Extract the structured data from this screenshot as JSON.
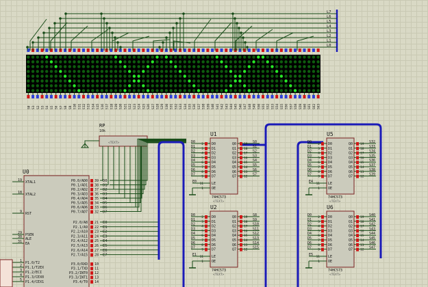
{
  "colors": {
    "wire": "#174b17",
    "bus": "#1a1ab8",
    "body": "#cbcbbc",
    "outline": "#7a2020",
    "pin_red": "#d01818",
    "pin_blue": "#2d3fd8",
    "led_on": "#27e827",
    "led_off": "#0e5c0e",
    "matrix_bg": "#000000"
  },
  "matrix": {
    "row_labels": [
      "L7",
      "L6",
      "L5",
      "L4",
      "L3",
      "L2",
      "L1",
      "L0"
    ],
    "col_labels": [
      "S0",
      "S1",
      "S2",
      "S3",
      "S4",
      "S5",
      "S6",
      "S7",
      "S8",
      "S9",
      "S10",
      "S11",
      "S12",
      "S13",
      "S14",
      "S15",
      "S16",
      "S17",
      "S18",
      "S19",
      "S20",
      "S21",
      "S22",
      "S23",
      "S24",
      "S25",
      "S26",
      "S27",
      "S28",
      "S29",
      "S30",
      "S31",
      "S32",
      "S33",
      "S34",
      "S35",
      "S36",
      "S37",
      "S38",
      "S39",
      "S40",
      "S41",
      "S42",
      "S43",
      "S44",
      "S45",
      "S46",
      "S47",
      "S48",
      "S49",
      "S50",
      "S51",
      "S52",
      "S53",
      "S54",
      "S55",
      "S56",
      "S57",
      "S58",
      "S59",
      "S60",
      "S61",
      "S62",
      "S63"
    ],
    "lit_diagonals": [
      4,
      19,
      30,
      41,
      51
    ]
  },
  "rp": {
    "ref": "RP",
    "value": "10k",
    "text": "<TEXT>"
  },
  "mcu": {
    "ref": "U0",
    "left_pins": [
      {
        "num": "19",
        "name": "XTAL1"
      },
      {
        "num": "18",
        "name": "XTAL2"
      },
      {
        "num": "9",
        "name": "RST"
      },
      {
        "num": "29",
        "name": "PSEN"
      },
      {
        "num": "30",
        "name": "ALE"
      },
      {
        "num": "31",
        "name": "EA"
      },
      {
        "num": "1",
        "name": "P1.0/T2"
      },
      {
        "num": "2",
        "name": "P1.1/T2EX"
      },
      {
        "num": "3",
        "name": "P1.2/ECI"
      },
      {
        "num": "4",
        "name": "P1.3/CEX0"
      },
      {
        "num": "5",
        "name": "P1.4/CEX1"
      }
    ],
    "p0_pins": [
      {
        "num": "39",
        "name": "P0.0/AD0",
        "net": "D0"
      },
      {
        "num": "38",
        "name": "P0.1/AD1",
        "net": "D1"
      },
      {
        "num": "37",
        "name": "P0.2/AD2",
        "net": "D2"
      },
      {
        "num": "36",
        "name": "P0.3/AD3",
        "net": "D3"
      },
      {
        "num": "35",
        "name": "P0.4/AD4",
        "net": "D4"
      },
      {
        "num": "34",
        "name": "P0.5/AD5",
        "net": "D5"
      },
      {
        "num": "33",
        "name": "P0.6/AD6",
        "net": "D6"
      },
      {
        "num": "32",
        "name": "P0.7/AD7",
        "net": "D7"
      }
    ],
    "p2_pins": [
      {
        "num": "21",
        "name": "P2.0/A8",
        "net": "E0"
      },
      {
        "num": "22",
        "name": "P2.1/A9",
        "net": "E1"
      },
      {
        "num": "23",
        "name": "P2.2/A10",
        "net": "E2"
      },
      {
        "num": "24",
        "name": "P2.3/A11",
        "net": "E3"
      },
      {
        "num": "25",
        "name": "P2.4/A12",
        "net": "E4"
      },
      {
        "num": "26",
        "name": "P2.5/A13",
        "net": "E5"
      },
      {
        "num": "27",
        "name": "P2.6/A14",
        "net": "E6"
      },
      {
        "num": "28",
        "name": "P2.7/A15",
        "net": "E7"
      }
    ],
    "p3_pins": [
      {
        "num": "10",
        "name": "P3.0/RXD"
      },
      {
        "num": "11",
        "name": "P3.1/TXD"
      },
      {
        "num": "12",
        "name": "P3.2/INT0"
      },
      {
        "num": "13",
        "name": "P3.3/INT1"
      },
      {
        "num": "14",
        "name": "P3.4/T0"
      }
    ]
  },
  "latch": {
    "type": "74HC573",
    "text": "<TEXT>",
    "d_pins": [
      "D0",
      "D1",
      "D2",
      "D3",
      "D4",
      "D5",
      "D6",
      "D7"
    ],
    "q_pins": [
      "Q0",
      "Q1",
      "Q2",
      "Q3",
      "Q4",
      "Q5",
      "Q6",
      "Q7"
    ],
    "d_nums": [
      "2",
      "3",
      "4",
      "5",
      "6",
      "7",
      "8",
      "9"
    ],
    "q_nums": [
      "19",
      "18",
      "17",
      "16",
      "15",
      "14",
      "13",
      "12"
    ],
    "le_label": "LE",
    "oe_label": "OE",
    "le_num": "11",
    "oe_num": "1",
    "chips": [
      {
        "ref": "U1",
        "enable": "E0",
        "outputs": [
          "S0",
          "S1",
          "S2",
          "S3",
          "S4",
          "S5",
          "S6",
          "S7"
        ]
      },
      {
        "ref": "U2",
        "enable": "E1",
        "outputs": [
          "S8",
          "S9",
          "S10",
          "S11",
          "S12",
          "S13",
          "S14",
          "S15"
        ]
      },
      {
        "ref": "U5",
        "enable": "E4",
        "outputs": [
          "S32",
          "S33",
          "S34",
          "S35",
          "S36",
          "S37",
          "S38",
          "S39"
        ]
      },
      {
        "ref": "U6",
        "enable": "E5",
        "outputs": [
          "S40",
          "S41",
          "S42",
          "S43",
          "S44",
          "S45",
          "S46",
          "S47"
        ]
      }
    ]
  }
}
